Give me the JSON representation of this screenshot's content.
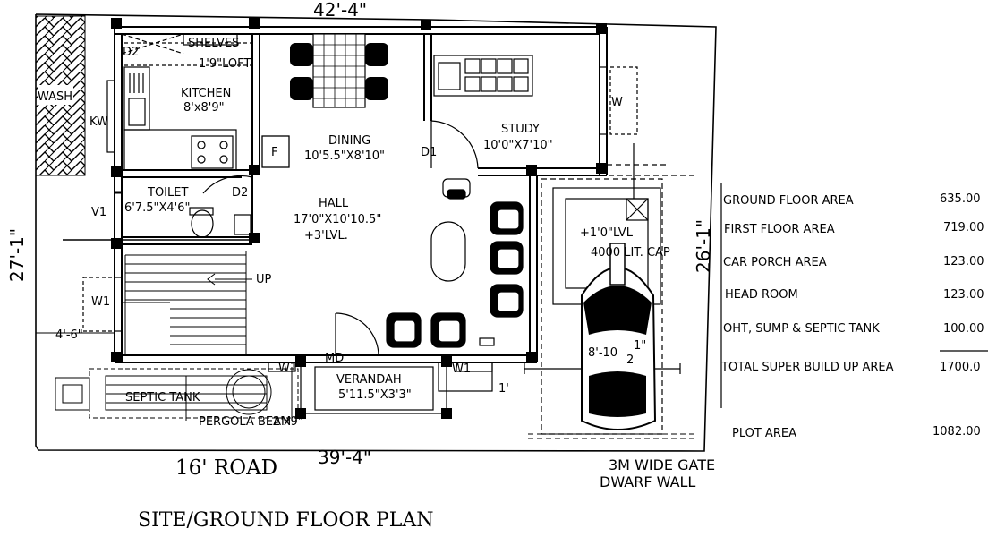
{
  "dims": {
    "top": "42'-4\"",
    "bottom": "39'-4\"",
    "left": "27'-1\"",
    "right": "26'-1\"",
    "left_offset": "4'-6\"",
    "porch_width_main": "8'-10",
    "porch_width_frac": "1\"",
    "porch_width_frac2": "2",
    "verandah_small": "1'"
  },
  "rooms": {
    "wash": "WASH",
    "kw": "KW",
    "d2_top": "D2",
    "shelves": "SHELVES",
    "loft": "1'9\"LOFT",
    "kitchen_name": "KITCHEN",
    "kitchen_size": "8'x8'9\"",
    "dining_name": "DINING",
    "dining_size": "10'5.5\"X8'10\"",
    "study_name": "STUDY",
    "study_size": "10'0\"X7'10\"",
    "w_right": "W",
    "f_label": "F",
    "d1": "D1",
    "toilet_name": "TOILET",
    "toilet_size": "6'7.5\"X4'6\"",
    "v1": "V1",
    "d2_toilet": "D2",
    "hall_name": "HALL",
    "hall_size": "17'0\"X10'10.5\"",
    "hall_level": "+3'LVL.",
    "up": "UP",
    "w1_left": "W1",
    "md": "MD",
    "w1_mid": "W1",
    "w1_right": "W1",
    "verandah_name": "VERANDAH",
    "verandah_size": "5'11.5\"X3'3\"",
    "pergola": "PERGOLA BEAM",
    "pergola_size": "2'x9\"",
    "septic": "SEPTIC TANK",
    "sump_level": "+1'0\"LVL",
    "sump_note": "4000 LIT. CAP"
  },
  "area_table": [
    {
      "label": "GROUND FLOOR  AREA",
      "value": "635.00"
    },
    {
      "label": "FIRST FLOOR   AREA",
      "value": "719.00"
    },
    {
      "label": "CAR PORCH AREA",
      "value": "123.00"
    },
    {
      "label": "HEAD ROOM",
      "value": "123.00"
    },
    {
      "label": "OHT, SUMP & SEPTIC TANK",
      "value": "100.00"
    },
    {
      "label": "TOTAL SUPER BUILD UP AREA",
      "value": "1700.0"
    }
  ],
  "plot": {
    "label": "PLOT AREA",
    "value": "1082.00"
  },
  "road": "16' ROAD",
  "gate_line1": "3M WIDE GATE",
  "gate_line2": "DWARF WALL",
  "title": "SITE/GROUND FLOOR PLAN"
}
